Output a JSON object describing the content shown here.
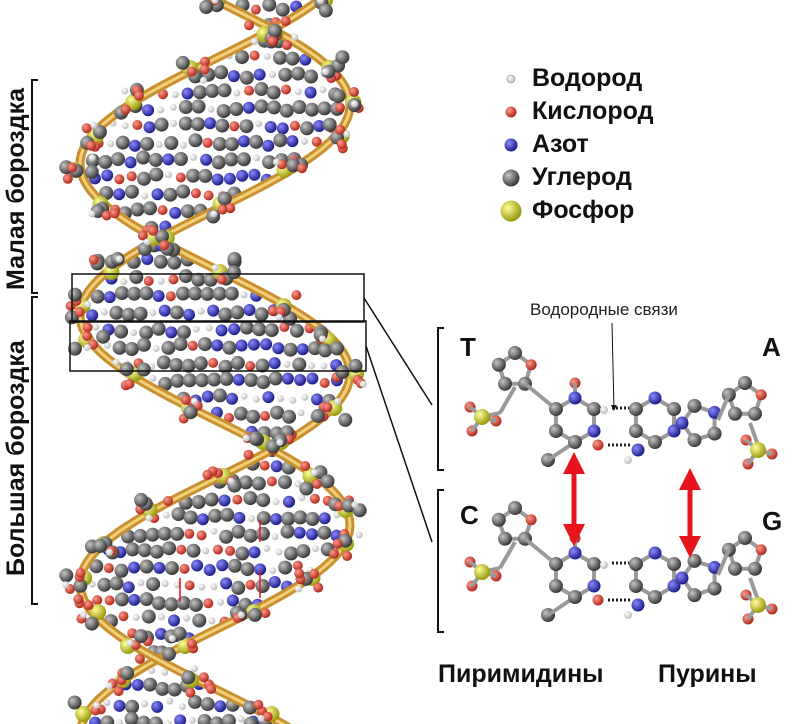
{
  "legend": {
    "items": [
      {
        "label": "Водород",
        "color": "#f2f2f2",
        "size": 8
      },
      {
        "label": "Кислород",
        "color": "#e05a4a",
        "size": 11
      },
      {
        "label": "Азот",
        "color": "#3a3ab8",
        "size": 13
      },
      {
        "label": "Углерод",
        "color": "#6e6e6e",
        "size": 17
      },
      {
        "label": "Фосфор",
        "color": "#d8d83a",
        "size": 22
      }
    ]
  },
  "grooves": {
    "minor": "Малая бороздка",
    "major": "Большая бороздка"
  },
  "bases": {
    "t": "T",
    "a": "A",
    "c": "C",
    "g": "G"
  },
  "hydrogen_bonds_label": "Водородные связи",
  "bottom": {
    "pyrimidines": "Пиримидины",
    "purines": "Пурины"
  },
  "colors": {
    "backbone": "#c8902e",
    "arrow": "#e8141c",
    "line": "#111111"
  }
}
